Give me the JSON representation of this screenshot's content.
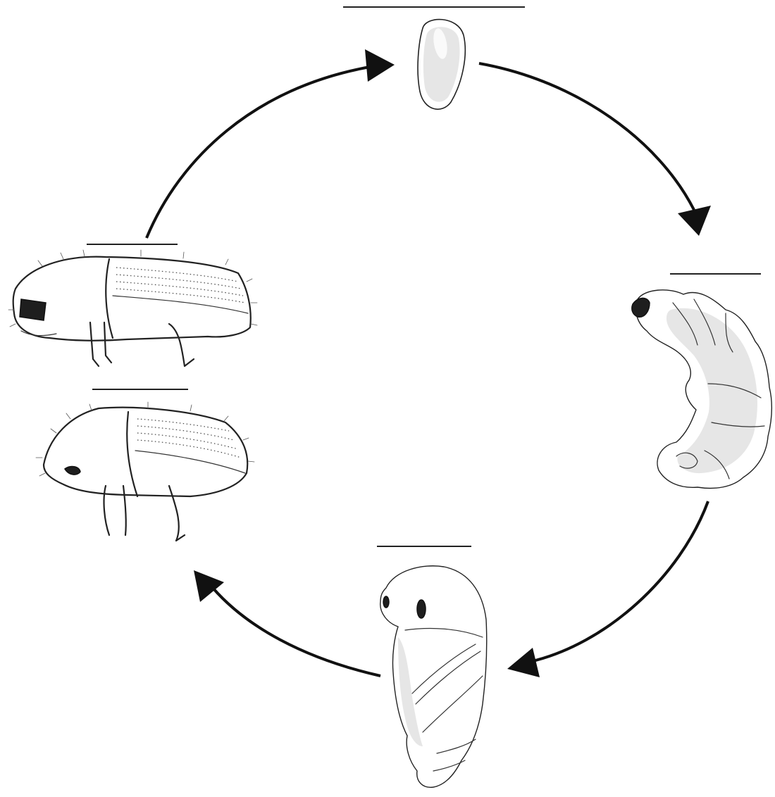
{
  "diagram": {
    "type": "life-cycle",
    "stages": [
      {
        "id": "egg",
        "icon": "egg-icon"
      },
      {
        "id": "larva",
        "icon": "larva-icon"
      },
      {
        "id": "pupa",
        "icon": "pupa-icon"
      },
      {
        "id": "adult-female",
        "icon": "adult-beetle-icon"
      },
      {
        "id": "adult-male",
        "icon": "adult-beetle-icon"
      }
    ],
    "flow": [
      "egg",
      "larva",
      "pupa",
      "adult-female",
      "egg"
    ],
    "scale_bars": [
      {
        "stage": "egg",
        "label": ""
      },
      {
        "stage": "larva",
        "label": ""
      },
      {
        "stage": "pupa",
        "label": ""
      },
      {
        "stage": "adult-female",
        "label": ""
      },
      {
        "stage": "adult-male",
        "label": ""
      }
    ],
    "colors": {
      "line": "#111111",
      "fill_light": "#e6e6e6",
      "background": "#ffffff"
    }
  }
}
